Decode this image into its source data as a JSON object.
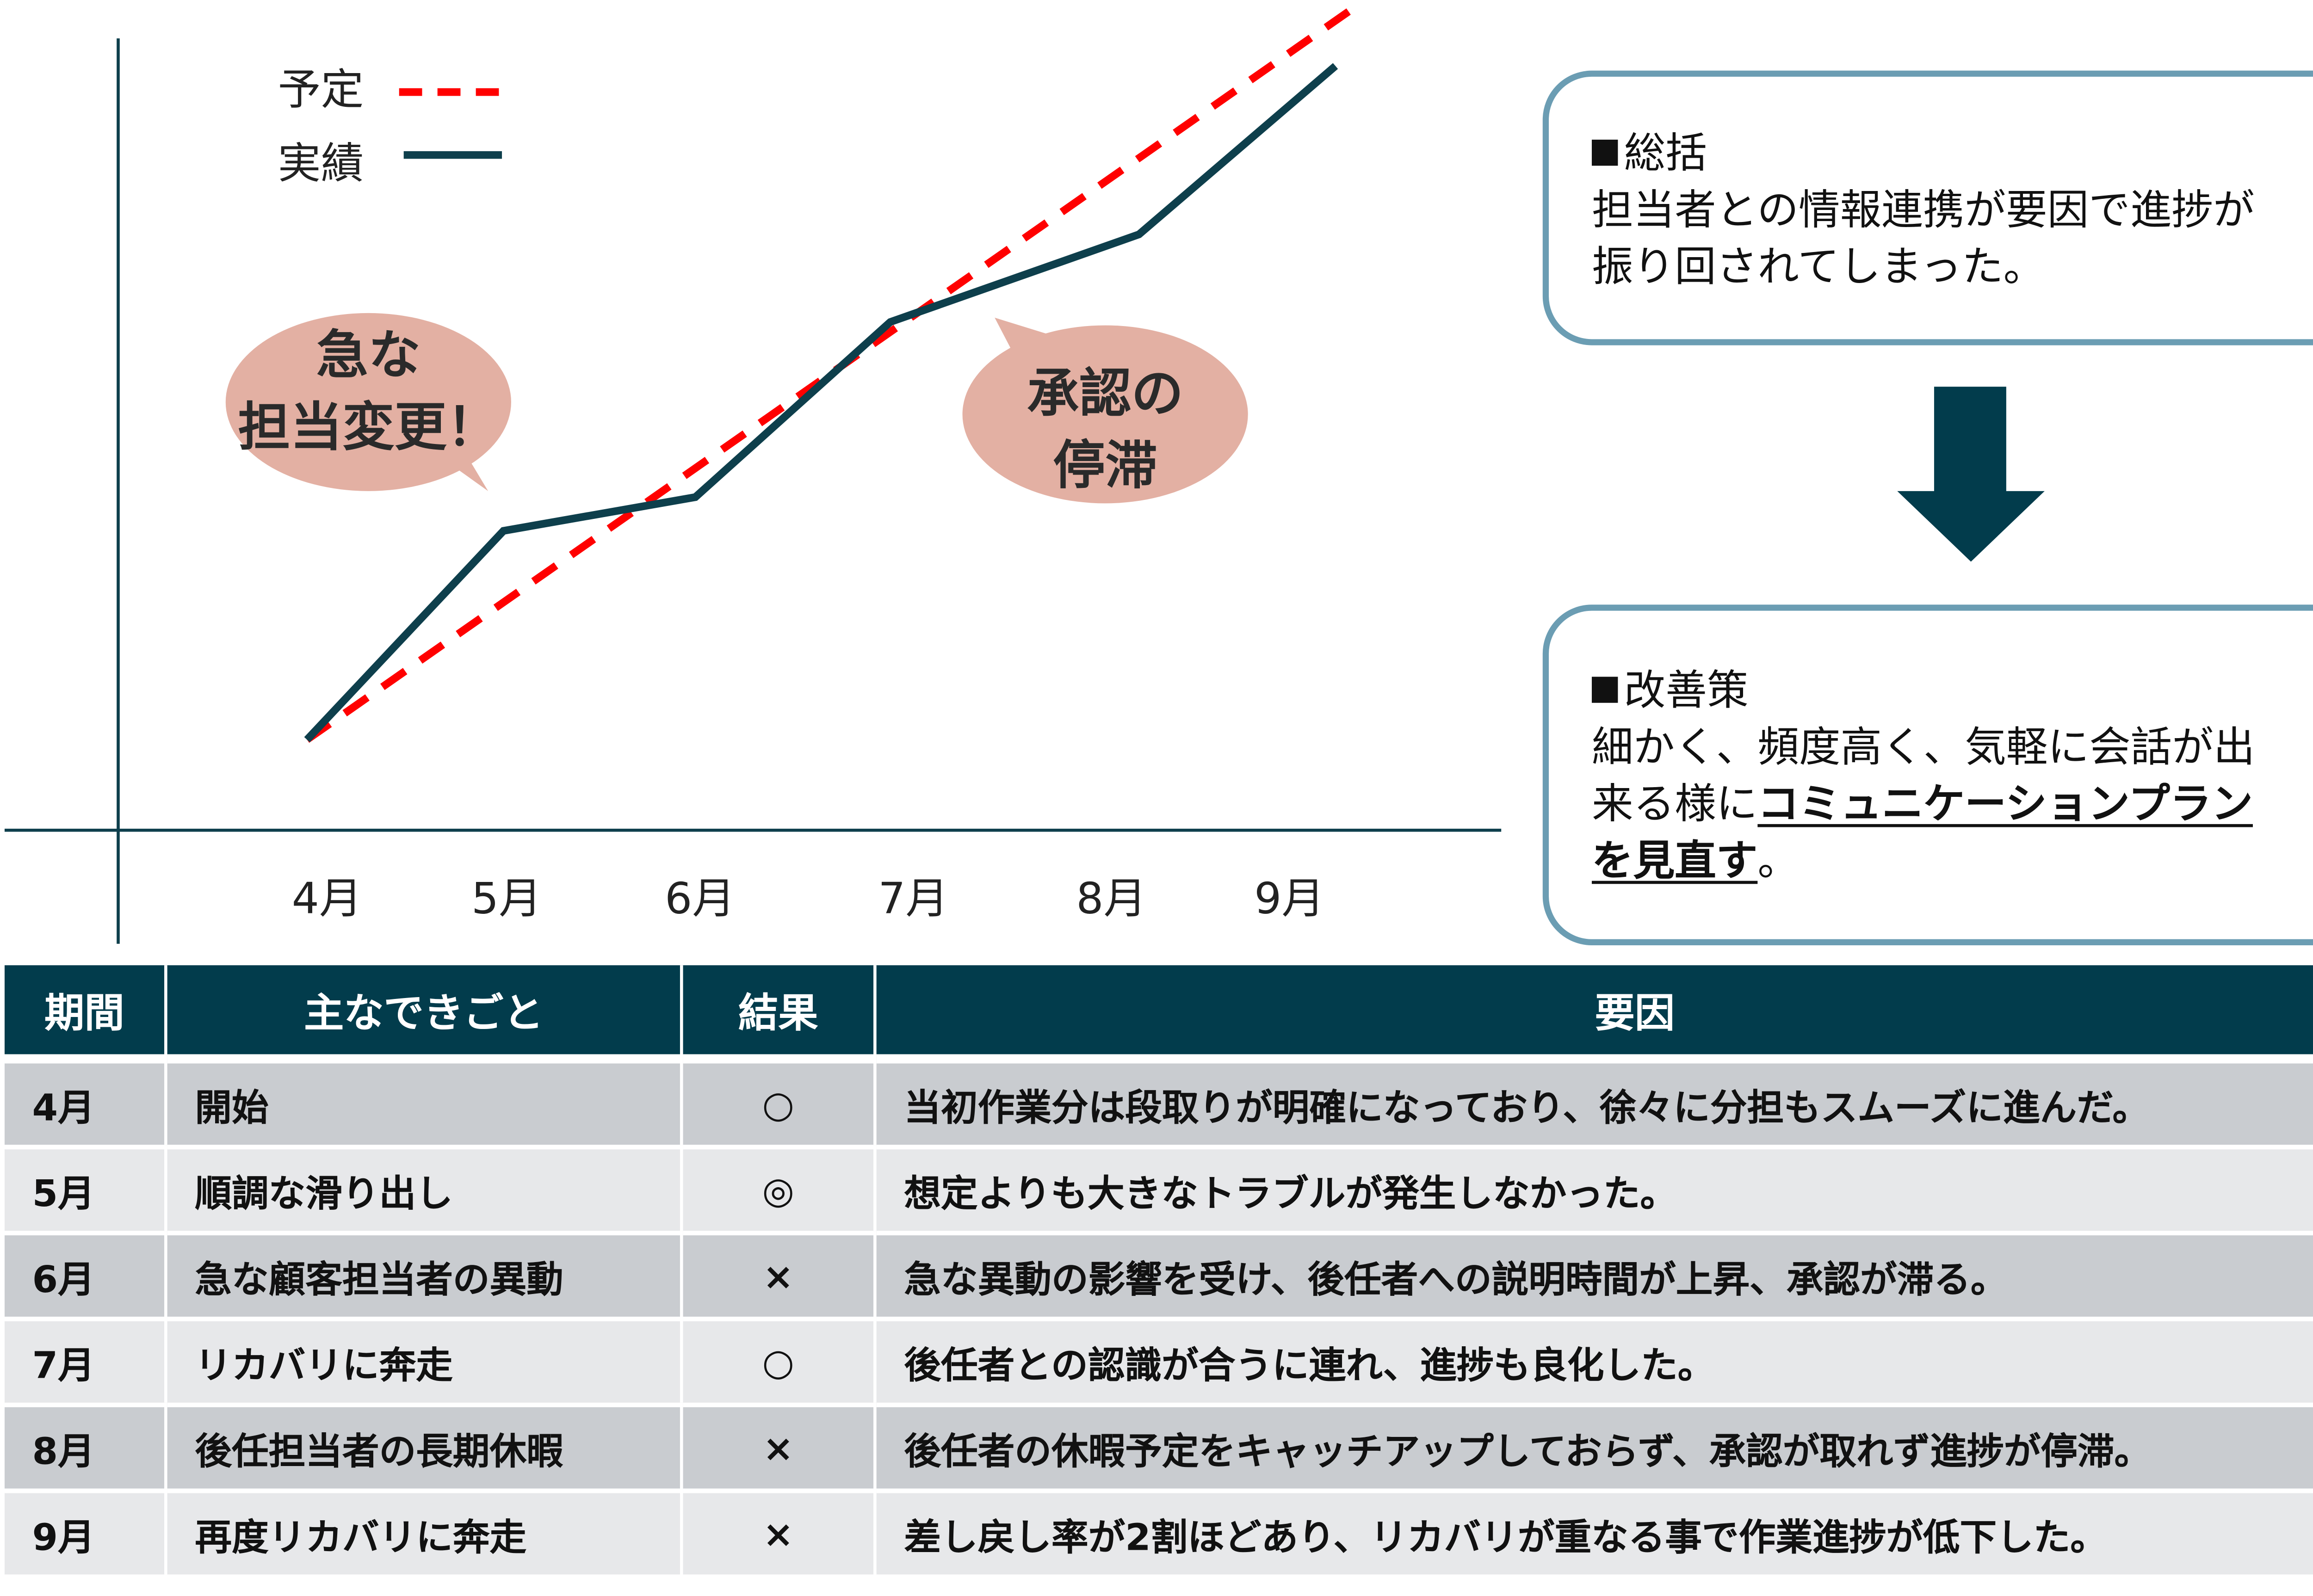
{
  "chart_data": {
    "type": "line",
    "categories": [
      "4月",
      "5月",
      "6月",
      "7月",
      "8月",
      "9月"
    ],
    "series": [
      {
        "name": "予定",
        "values": [
          0,
          20,
          40,
          60,
          86,
          107
        ],
        "color": "#ff0000",
        "style": "dashed"
      },
      {
        "name": "実績",
        "values": [
          0,
          31,
          36,
          62,
          75,
          100
        ],
        "color": "#0e3f4c",
        "style": "solid"
      }
    ],
    "ylim": [
      0,
      110
    ],
    "legend": "top-left",
    "annotations": [
      {
        "lines": [
          "急な",
          "担当変更！"
        ],
        "color": "#e3b0a3"
      },
      {
        "lines": [
          "承認の",
          "停滞"
        ],
        "color": "#e3b0a3"
      }
    ]
  },
  "summary": {
    "heading": "総括",
    "body": [
      "担当者との情報連携が要因で進捗が",
      "振り回されてしまった。"
    ]
  },
  "improvement": {
    "heading": "改善策",
    "line1": "細かく、頻度高く、気軽に会話が出",
    "line2_plain": "来る様に",
    "line2_bold": "コミュニケーションプラン",
    "line3_bold": "を見直す",
    "line3_tail": "。"
  },
  "table": {
    "headers": [
      "期間",
      "主なできごと",
      "結果",
      "要因"
    ],
    "rows": [
      [
        "4月",
        "開始",
        "○",
        "当初作業分は段取りが明確になっており、徐々に分担もスムーズに進んだ。"
      ],
      [
        "5月",
        "順調な滑り出し",
        "◎",
        "想定よりも大きなトラブルが発生しなかった。"
      ],
      [
        "6月",
        "急な顧客担当者の異動",
        "×",
        "急な異動の影響を受け、後任者への説明時間が上昇、承認が滞る。"
      ],
      [
        "7月",
        "リカバリに奔走",
        "○",
        "後任者との認識が合うに連れ、進捗も良化した。"
      ],
      [
        "8月",
        "後任担当者の長期休暇",
        "×",
        "後任者の休暇予定をキャッチアップしておらず、承認が取れず進捗が停滞。"
      ],
      [
        "9月",
        "再度リカバリに奔走",
        "×",
        "差し戻し率が2割ほどあり、リカバリが重なる事で作業進捗が低下した。"
      ]
    ]
  }
}
